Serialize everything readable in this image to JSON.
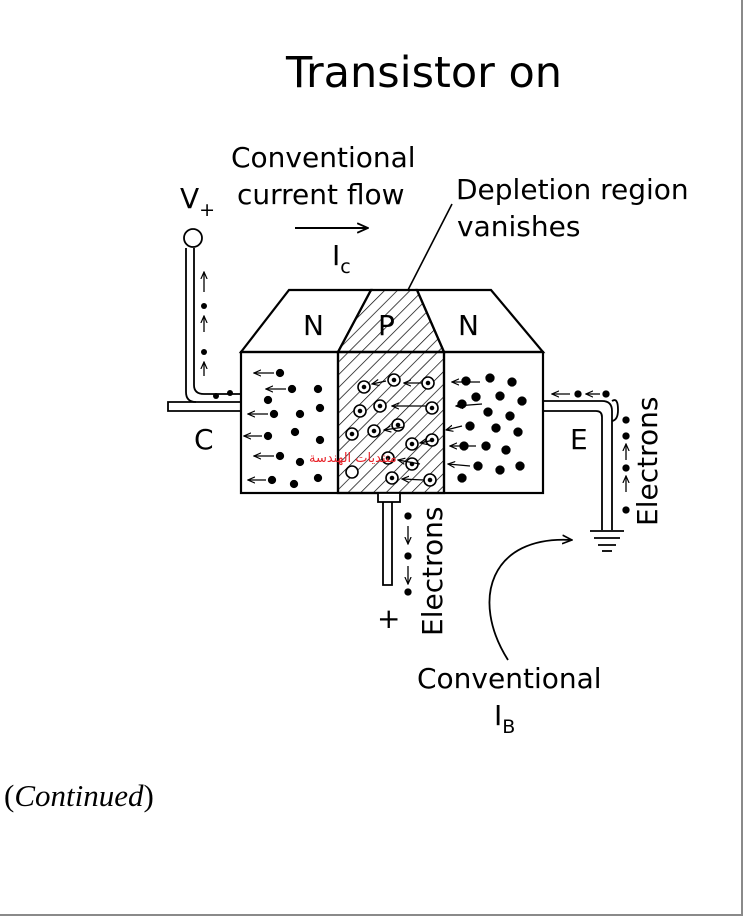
{
  "title": "Transistor on",
  "conventional_current_flow": {
    "line1": "Conventional",
    "line2": "current flow"
  },
  "ic_label": {
    "main": "I",
    "sub": "c"
  },
  "depletion_label": {
    "line1": "Depletion region",
    "line2": "vanishes"
  },
  "v_plus_label": {
    "main": "V",
    "sub": "+"
  },
  "regions": {
    "left": "N",
    "middle": "P",
    "right": "N"
  },
  "terminals": {
    "collector": "C",
    "emitter": "E"
  },
  "electrons_right": "Electrons",
  "electrons_base": "Electrons",
  "base_plus": "+",
  "conventional_ib": {
    "line1": "Conventional",
    "main": "I",
    "sub": "B"
  },
  "continued": {
    "open": "(",
    "word": "Continued",
    "close": ")"
  },
  "watermark": "منتديات الهندسة"
}
